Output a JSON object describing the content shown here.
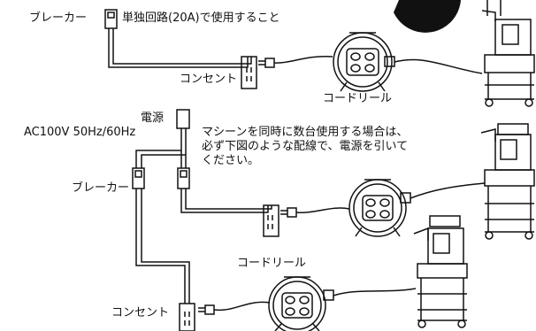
{
  "top": {
    "breaker_label": "ブレーカー",
    "note": "単独回路(20A)で使用すること",
    "outlet_label": "コンセント",
    "reel_label": "コードリール"
  },
  "power": {
    "label": "電源",
    "spec": "AC100V  50Hz/60Hz"
  },
  "instruction": "マシーンを同時に数台使用する場合は、\n必ず下図のような配線で、電源を引いて\nください。",
  "bottom": {
    "breaker_label": "ブレーカー",
    "reel_label": "コードリール",
    "outlet_label": "コンセント"
  },
  "colors": {
    "ink": "#111111",
    "background": "#ffffff"
  }
}
